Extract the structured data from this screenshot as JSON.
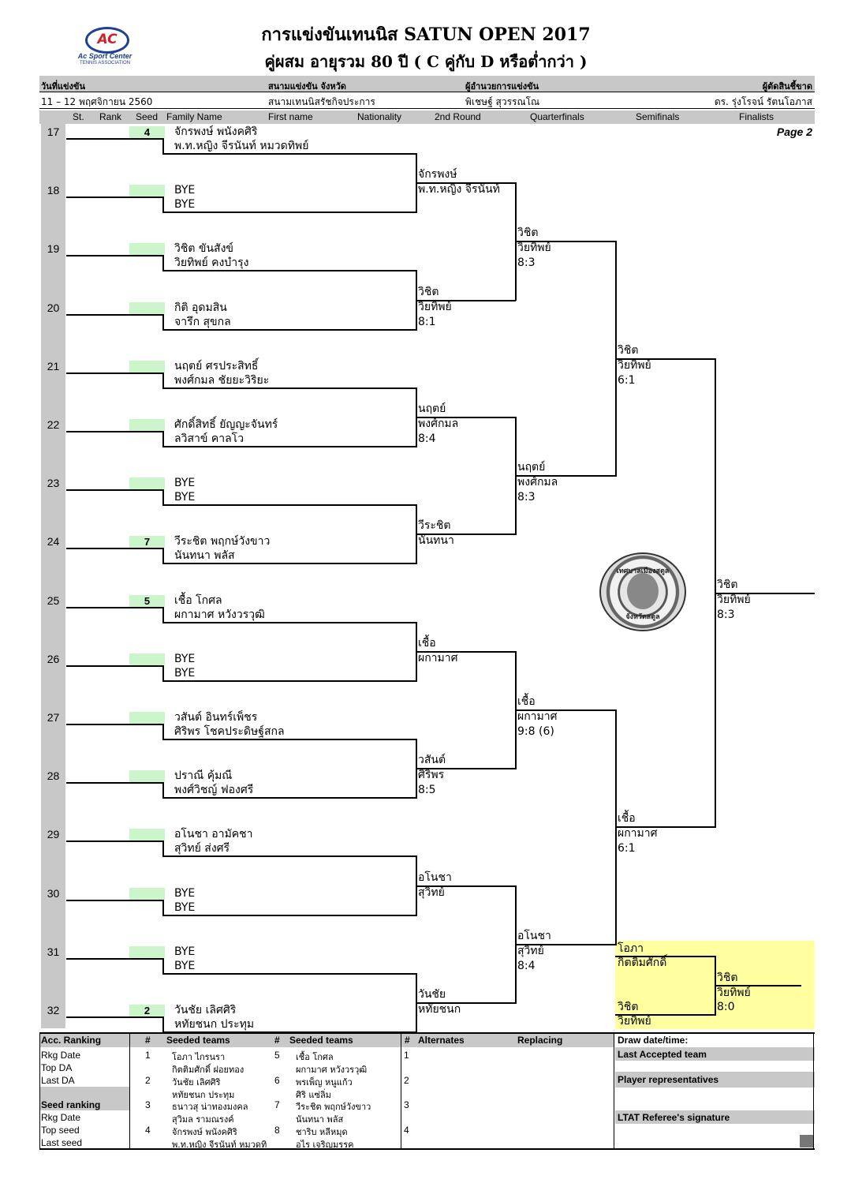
{
  "header": {
    "logo_text": "AC",
    "logo_line1": "Ac Sport Center",
    "logo_line2": "TENNIS ASSOCIATION",
    "title": "การแข่งขันเทนนิส  SATUN  OPEN  2017",
    "subtitle": "คู่ผสม อายุรวม   80  ปี ( C คู่กับ D หรือต่ำกว่า )"
  },
  "info": {
    "date_label": "วันที่แข่งขัน",
    "venue_label": "สนามแข่งขัน จังหวัด",
    "director_label": "ผู้อำนวยการแข่งขัน",
    "referee_label": "ผู้ตัดสินชี้ขาด",
    "date": "11 – 12  พฤศจิกายน   2560",
    "venue": "สนามเทนนิสรัชกิจประการ",
    "director": "พิเชษฐ์  สุวรรณโณ",
    "referee": "ดร. รุ่งโรจน์   รัตนโอภาส"
  },
  "columns": [
    "St.",
    "Rank",
    "Seed",
    "Family Name",
    "First name",
    "Nationality",
    "2nd Round",
    "Quarterfinals",
    "Semifinals",
    "Finalists"
  ],
  "page_label": "Page 2",
  "draw": [
    {
      "num": "17",
      "seed": "4",
      "p1": "จักรพงษ์  พนังคศิริ",
      "p2": "พ.ท.หญิง จีรนันท์   หมวดทิพย์"
    },
    {
      "num": "18",
      "seed": "",
      "p1": "BYE",
      "p2": "BYE"
    },
    {
      "num": "19",
      "seed": "",
      "p1": "วิชิต  ขันสังข์",
      "p2": "วิยทิพย์  คงบำรุง"
    },
    {
      "num": "20",
      "seed": "",
      "p1": "กิติ  อุดมสิน",
      "p2": "จารึก  สุขกล"
    },
    {
      "num": "21",
      "seed": "",
      "p1": "นฤตย์  ศรประสิทธิ์",
      "p2": "พงศ์กมล  ชัยยะวิริยะ"
    },
    {
      "num": "22",
      "seed": "",
      "p1": "ศักดิ์สิทธิ์  ยัญญะจันทร์",
      "p2": "ลวิสาข์  คาลโว"
    },
    {
      "num": "23",
      "seed": "",
      "p1": "BYE",
      "p2": "BYE"
    },
    {
      "num": "24",
      "seed": "7",
      "p1": "วีระชิต  พฤกษ์วังขาว",
      "p2": "นันทนา  พลัส"
    },
    {
      "num": "25",
      "seed": "5",
      "p1": "เชื้อ   โกศล",
      "p2": "ผกามาศ  หวังวรวุฒิ"
    },
    {
      "num": "26",
      "seed": "",
      "p1": "BYE",
      "p2": "BYE"
    },
    {
      "num": "27",
      "seed": "",
      "p1": "วสันต์  อินทร์เพ็ชร",
      "p2": "ศิริพร  โชคประดิษฐ์สกล"
    },
    {
      "num": "28",
      "seed": "",
      "p1": "ปราณี  คุ้มณี",
      "p2": "พงศ์วิชญ์  ฟองศรี"
    },
    {
      "num": "29",
      "seed": "",
      "p1": "อโนชา  อามัคชา",
      "p2": "สุวิทย์  ส่งศรี"
    },
    {
      "num": "30",
      "seed": "",
      "p1": "BYE",
      "p2": "BYE"
    },
    {
      "num": "31",
      "seed": "",
      "p1": "BYE",
      "p2": "BYE"
    },
    {
      "num": "32",
      "seed": "2",
      "p1": "วันชัย  เลิศศิริ",
      "p2": "หทัยชนก  ประทุม"
    }
  ],
  "round2": [
    {
      "a": "จักรพงษ์",
      "b": "พ.ท.หญิง จีรนันท์",
      "score": ""
    },
    {
      "a": "วิชิต",
      "b": "วิยทิพย์",
      "score": "8:1"
    },
    {
      "a": "นฤตย์",
      "b": "พงศ์กมล",
      "score": "8:4"
    },
    {
      "a": "วีระชิต",
      "b": "นันทนา",
      "score": ""
    },
    {
      "a": "เชื้อ",
      "b": "ผกามาศ",
      "score": ""
    },
    {
      "a": "วสันต์",
      "b": "ศิริพร",
      "score": "8:5"
    },
    {
      "a": "อโนชา",
      "b": "สุวิทย์",
      "score": ""
    },
    {
      "a": "วันชัย",
      "b": "หทัยชนก",
      "score": ""
    }
  ],
  "qf": [
    {
      "a": "วิชิต",
      "b": "วิยทิพย์",
      "score": "8:3"
    },
    {
      "a": "นฤตย์",
      "b": "พงศ์กมล",
      "score": "8:3"
    },
    {
      "a": "เชื้อ",
      "b": "ผกามาศ",
      "score": "9:8 (6)"
    },
    {
      "a": "อโนชา",
      "b": "สุวิทย์",
      "score": "8:4"
    }
  ],
  "sf": [
    {
      "a": "วิชิต",
      "b": "วิยทิพย์",
      "score": "6:1"
    },
    {
      "a": "เชื้อ",
      "b": "ผกามาศ",
      "score": "6:1"
    }
  ],
  "final": {
    "a": "วิชิต",
    "b": "วิยทิพย์",
    "score": "8:3"
  },
  "seal": {
    "top": "เทศบาลเมืองสตูล",
    "bottom": "จังหวัดสตูล"
  },
  "playoff": {
    "team1_a": "โอภา",
    "team1_b": "กิตติมศักดิ์",
    "team2_a": "วิชิต",
    "team2_b": "วิยทิพย์",
    "winner_a": "วิชิต",
    "winner_b": "วิยทิพย์",
    "score": "8:0"
  },
  "bottom": {
    "acc_ranking": "Acc. Ranking",
    "hash": "#",
    "seeded_teams": "Seeded teams",
    "alternates": "Alternates",
    "replacing": "Replacing",
    "draw_date": "Draw date/time:",
    "rkg_date": "Rkg Date",
    "top_da": "Top DA",
    "last_da": "Last DA",
    "seed_ranking": "Seed ranking",
    "rkg_date2": "Rkg Date",
    "top_seed": "Top seed",
    "last_seed": "Last seed",
    "last_accepted": "Last Accepted team",
    "player_reps": "Player representatives",
    "referee_sig": "LTAT Referee's signature",
    "seeds": [
      {
        "n": "1",
        "a": "โอภา  ไกรนรา",
        "b": "กิตติมศักดิ์  ฝอยทอง"
      },
      {
        "n": "2",
        "a": "วันชัย  เลิศศิริ",
        "b": "หทัยชนก  ประทุม"
      },
      {
        "n": "3",
        "a": "ธนาวสุ  น่าทองมงคล",
        "b": "สุวิมล  รามณรงค์"
      },
      {
        "n": "4",
        "a": "จักรพงษ์  พนังคศิริ",
        "b": "พ.ท.หญิง จีรนันท์   หมวดทิ"
      },
      {
        "n": "5",
        "a": "เชื้อ   โกศล",
        "b": "ผกามาศ  หวังวรวุฒิ"
      },
      {
        "n": "6",
        "a": "พรเพ็ญ  หนูแก้ว",
        "b": "ศิริ  แซ่ลิ่ม"
      },
      {
        "n": "7",
        "a": "วีระชิต  พฤกษ์วังขาว",
        "b": "นันทนา  พลัส"
      },
      {
        "n": "8",
        "a": "ชาริบ  หลีหมุด",
        "b": "อไร  เจริญมรรค"
      }
    ],
    "alt_nums": [
      "1",
      "2",
      "3",
      "4"
    ]
  }
}
